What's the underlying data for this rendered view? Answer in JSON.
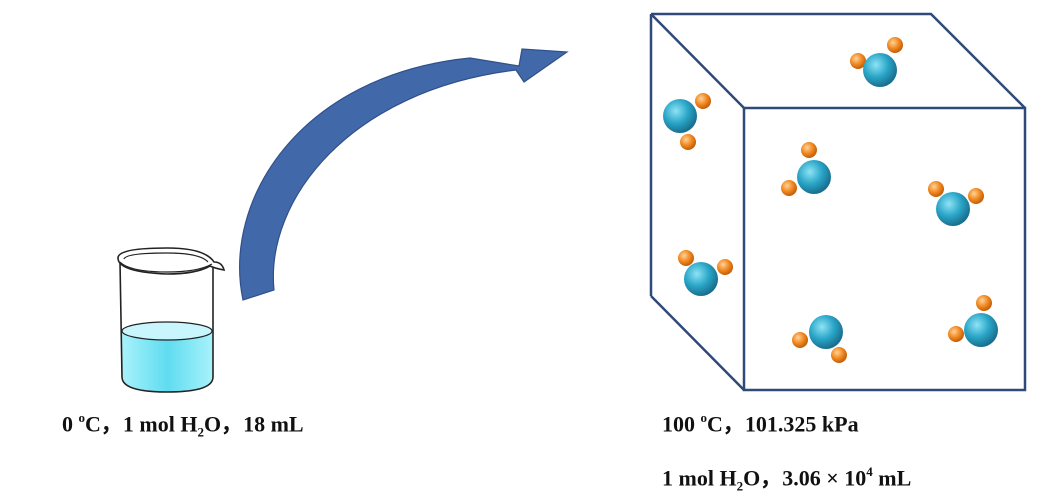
{
  "captions": {
    "liquid": {
      "temp_num": "0",
      "temp_o": "o",
      "temp_unit": "C",
      "sep1": "，",
      "amount": "1 mol H",
      "h2o_sub": "2",
      "h2o_o": "O",
      "sep2": "，",
      "volume": "18 mL"
    },
    "gas_line1": {
      "temp_num": "100",
      "temp_o": "o",
      "temp_unit": "C",
      "sep": "，",
      "pressure": "101.325 kPa"
    },
    "gas_line2": {
      "amount": "1 mol H",
      "h2o_sub": "2",
      "h2o_o": "O",
      "sep": "，",
      "volume_base": "3.06 × 10",
      "volume_exp": "4",
      "volume_unit": " mL"
    }
  },
  "colors": {
    "liquid": "#7fe6f5",
    "arrow": "#3f66a8",
    "box_edge": "#2f4a7a",
    "oxygen_atom": "#2a9fc2",
    "hydrogen_atom": "#f08a24"
  }
}
